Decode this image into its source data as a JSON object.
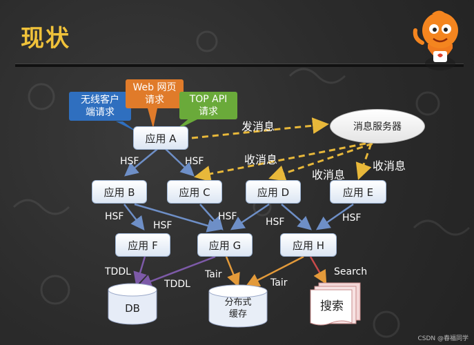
{
  "title": "现状",
  "callouts": {
    "wireless": [
      "无线客户",
      "端请求"
    ],
    "web": [
      "Web 网页",
      "请求"
    ],
    "topapi": [
      "TOP API",
      "请求"
    ]
  },
  "apps": {
    "a": "应用 A",
    "b": "应用 B",
    "c": "应用 C",
    "d": "应用 D",
    "e": "应用 E",
    "f": "应用 F",
    "g": "应用 G",
    "h": "应用 H"
  },
  "message_server": "消息服务器",
  "labels": {
    "send_msg": "发消息",
    "recv_msg": "收消息",
    "hsf": "HSF",
    "tddl": "TDDL",
    "tair": "Tair",
    "search": "Search"
  },
  "stores": {
    "db": "DB",
    "cache": [
      "分布式",
      "缓存"
    ],
    "search": "搜索"
  },
  "credit": "CSDN @春福同学",
  "colors": {
    "title": "#f0c23a",
    "wireless": "#2f6fbf",
    "web": "#e07b2a",
    "topapi": "#6aaa3a",
    "hsf_arrow": "#6e8fc7",
    "tddl_arrow": "#7d5aa8",
    "tair_arrow": "#e39a3a",
    "msg_arrow": "#e8b83a"
  }
}
